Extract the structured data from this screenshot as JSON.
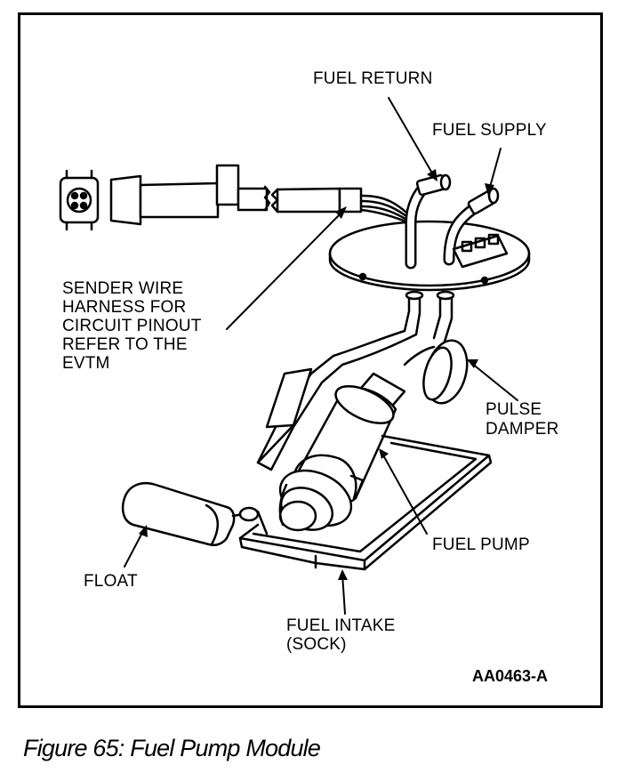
{
  "labels": {
    "fuel_return": "FUEL RETURN",
    "fuel_supply": "FUEL SUPPLY",
    "sender_wire": [
      "SENDER WIRE",
      "HARNESS FOR",
      "CIRCUIT PINOUT",
      "REFER TO THE",
      "EVTM"
    ],
    "pulse_damper": [
      "PULSE",
      "DAMPER"
    ],
    "fuel_pump": "FUEL PUMP",
    "float": "FLOAT",
    "fuel_intake": [
      "FUEL INTAKE",
      "(SOCK)"
    ]
  },
  "figure_code": "AA0463-A",
  "caption": "Figure 65: Fuel Pump Module"
}
